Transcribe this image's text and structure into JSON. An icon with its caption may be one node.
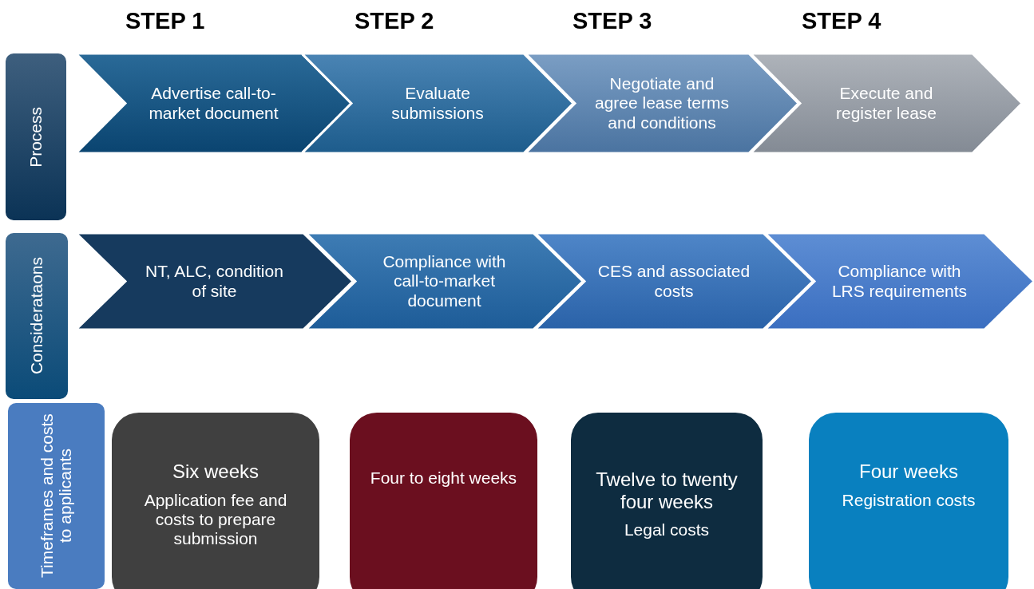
{
  "diagram": {
    "nodes": [
      {
        "text": [
          "Process"
        ]
      },
      {
        "text": [
          "Advertise  call-to-market document"
        ]
      },
      {
        "text": [
          "Evaluate submissions"
        ]
      },
      {
        "text": [
          "Negotiate and agree lease  terms and conditions"
        ]
      },
      {
        "text": [
          "Execute and register lease"
        ]
      },
      {
        "text": [
          "Considerataons"
        ]
      },
      {
        "text": [
          "NT, ALC, condition of site"
        ]
      },
      {
        "text": [
          "Compliance with call-to-market document"
        ]
      },
      {
        "text": [
          "CES and associated costs"
        ]
      },
      {
        "text": [
          "Compliance with LRS requirements"
        ]
      },
      {
        "text": [
          "Timeframes and costs to applicants"
        ]
      },
      {
        "text": [
          "Six weeks",
          "Application fee and costs to prepare submission"
        ]
      },
      {
        "text": [
          "Four to eight weeks"
        ]
      },
      {
        "text": [
          "Twelve to twenty four weeks",
          "Legal costs"
        ]
      },
      {
        "text": [
          "Four weeks",
          "Registration costs"
        ]
      }
    ],
    "labels": [
      "STEP 1",
      "STEP 2",
      "STEP 3",
      "STEP 4"
    ]
  }
}
